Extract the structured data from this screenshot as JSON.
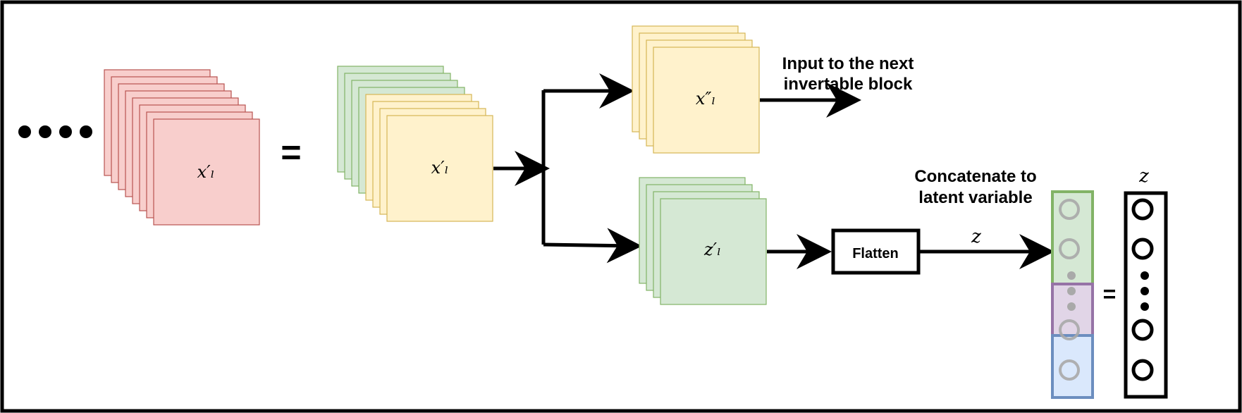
{
  "diagram": {
    "colors": {
      "red_fill": "#f8cecc",
      "red_stroke": "#b85450",
      "green_fill": "#d5e8d4",
      "green_stroke": "#82b366",
      "yellow_fill": "#fff2cc",
      "yellow_stroke": "#d6b656",
      "purple_fill": "#e1d5e7",
      "purple_stroke": "#9673a6",
      "blue_fill": "#dae8fc",
      "blue_stroke": "#6c8ebf"
    },
    "labels": {
      "x_l_prime_left": "x′ₗ",
      "equals_main": "=",
      "x_l_prime_mid": "x′ₗ",
      "x_l_double_prime": "x″ₗ",
      "z_l_prime": "z′ₗ",
      "next_block_line1": "Input to the next",
      "next_block_line2": "invertable block",
      "flatten": "Flatten",
      "z_arrow": "z",
      "concat_line1": "Concatenate to",
      "concat_line2": "latent variable",
      "equals_small": "=",
      "z_top": "z"
    }
  }
}
